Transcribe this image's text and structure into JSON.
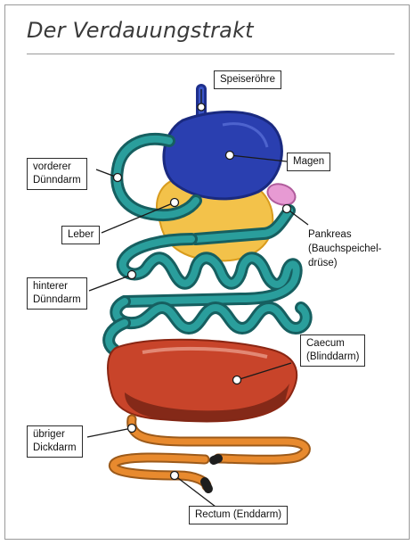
{
  "title": "Der Verdauungstrakt",
  "labels": {
    "speiseroehre": "Speiseröhre",
    "magen": "Magen",
    "vorderer_duenndarm": [
      "vorderer",
      "Dünndarm"
    ],
    "leber": "Leber",
    "pankreas": [
      "Pankreas",
      "(Bauchspeichel-",
      "drüse)"
    ],
    "hinterer_duenndarm": [
      "hinterer",
      "Dünndarm"
    ],
    "caecum": [
      "Caecum",
      "(Blinddarm)"
    ],
    "uebriger_dickdarm": [
      "übriger",
      "Dickdarm"
    ],
    "rectum": "Rectum (Enddarm)"
  },
  "colors": {
    "stomach": "#2a3fb0",
    "liver": "#f3c24a",
    "pancreas": "#e79ad3",
    "small_intestine": "#2a8f8f",
    "caecum": "#c8442a",
    "colon": "#e88a2e",
    "rectum": "#e88a2e"
  }
}
